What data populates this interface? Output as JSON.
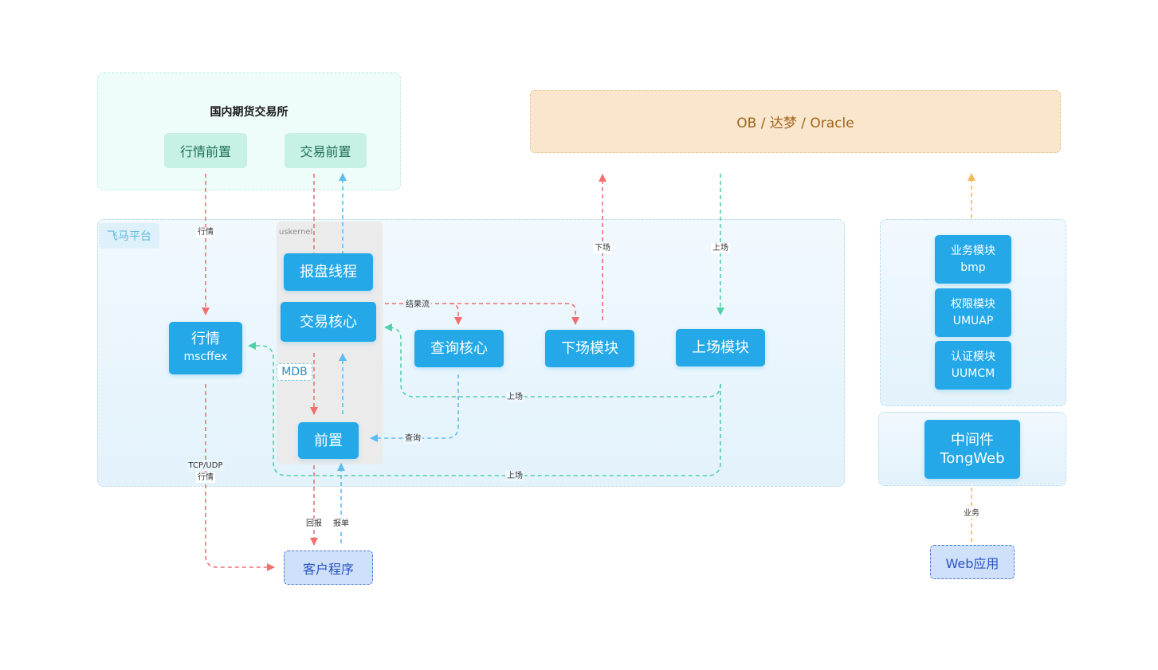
{
  "colors": {
    "primary_blue": "#24a8e8",
    "red_flow": "#f07070",
    "blue_flow": "#5dbcf0",
    "teal_flow": "#4fd1a8",
    "orange_flow": "#f6b85d"
  },
  "exchange": {
    "title": "国内期货交易所",
    "market_front": "行情前置",
    "trade_front": "交易前置"
  },
  "database": {
    "label": "OB / 达梦 / Oracle"
  },
  "platform": {
    "tag": "飞马平台",
    "uskernel": "uskernel",
    "mdb": "MDB",
    "market": {
      "line1": "行情",
      "line2": "mscffex"
    },
    "report_thread": "报盘线程",
    "trade_core": "交易核心",
    "front": "前置",
    "query_core": "查询核心",
    "offboard": "下场模块",
    "onboard": "上场模块"
  },
  "services": {
    "business": {
      "line1": "业务模块",
      "line2": "bmp"
    },
    "permission": {
      "line1": "权限模块",
      "line2": "UMUAP"
    },
    "auth": {
      "line1": "认证模块",
      "line2": "UUMCM"
    }
  },
  "middleware": {
    "line1": "中间件",
    "line2": "TongWeb"
  },
  "client_program": "客户程序",
  "web_app": "Web应用",
  "flow_labels": {
    "market_feed": "行情",
    "offboard": "下场",
    "onboard_top": "上场",
    "result_stream": "结果流",
    "onboard_mid": "上场",
    "query": "查询",
    "onboard_bottom": "上场",
    "tcp_udp": "TCP/UDP",
    "tcp_market": "行情",
    "return_report": "回报",
    "order_report": "报单",
    "business": "业务"
  }
}
